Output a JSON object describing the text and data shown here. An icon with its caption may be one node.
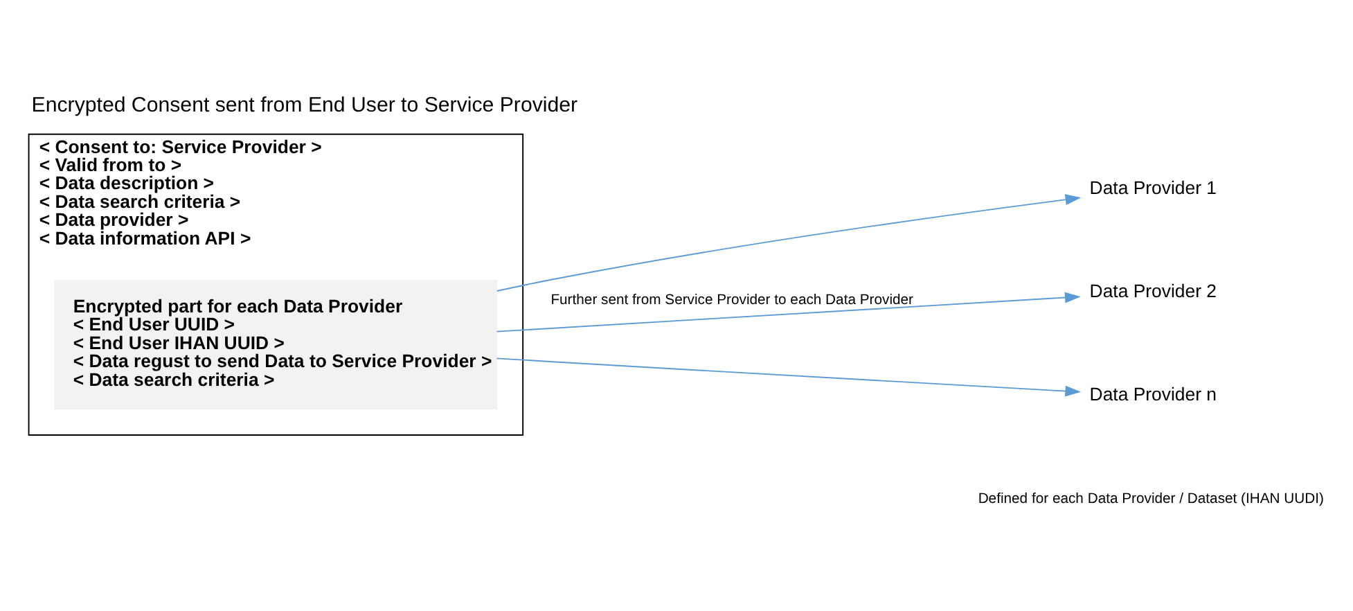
{
  "diagram": {
    "title": "Encrypted Consent sent from End User to Service Provider",
    "nodes": [
      {
        "text": [
          "< Consent to: Service Provider >",
          "< Valid from to >",
          "< Data description >",
          "< Data search criteria >",
          "< Data provider >",
          "< Data information API >"
        ]
      },
      {
        "text": [
          "Encrypted part for each Data Provider",
          "< End User UUID >",
          "< End User IHAN UUID >",
          "< Data regust to send Data to Service Provider >",
          "< Data search criteria >"
        ],
        "in": 0
      },
      {
        "text": [
          "Data Provider 1"
        ]
      },
      {
        "text": [
          "Data Provider 2"
        ]
      },
      {
        "text": [
          "Data Provider n"
        ]
      }
    ],
    "edges": [
      {
        "from": 1,
        "to": 2,
        "arrow": "to"
      },
      {
        "from": 1,
        "to": 3,
        "arrow": "to",
        "label": "Further sent from Service Provider to each Data Provider"
      },
      {
        "from": 1,
        "to": 4,
        "arrow": "to"
      }
    ],
    "labels": [
      "Defined for each Data Provider / Dataset (IHAN UUDI)"
    ]
  }
}
